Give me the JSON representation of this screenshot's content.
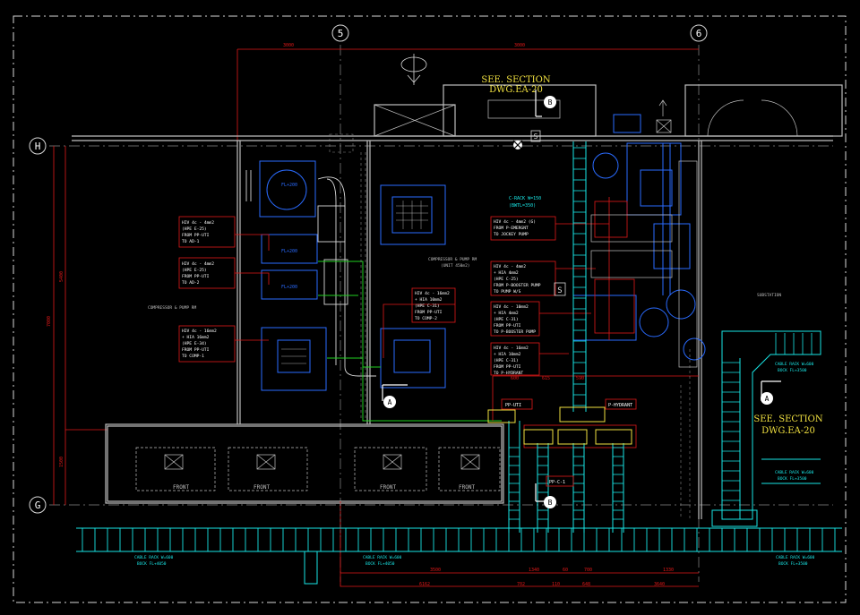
{
  "grid": {
    "col5": "5",
    "col6": "6",
    "rowH": "H",
    "rowG": "G"
  },
  "dims_top": {
    "left": "3000",
    "right": "3000"
  },
  "dims_left": {
    "total": "7000",
    "upper": "5400",
    "lower": "1500"
  },
  "dims_bottom": {
    "row1": [
      "3500",
      "1340",
      "60",
      "700",
      "1330"
    ],
    "row2": [
      "6162",
      "702",
      "110",
      "648",
      "3640"
    ],
    "mid": [
      "600",
      "615",
      "590"
    ]
  },
  "see_section_top": {
    "line1": "SEE. SECTION",
    "line2": "DWG.EA-20",
    "marker": "B"
  },
  "see_section_right": {
    "line1": "SEE. SECTION",
    "line2": "DWG.EA-20",
    "marker": "A"
  },
  "markers": {
    "a_left": "A",
    "b_bottom": "B",
    "s1": "S",
    "s2": "S"
  },
  "rooms": {
    "compressor_left": "COMPRESSOR & PUMP RM",
    "compressor_mid": "COMPRESSOR & PUMP RM",
    "compressor_mid_sub": "(UNIT 450m2)",
    "substation": "SUBSTATION"
  },
  "cable_notes": [
    {
      "l1": "HIV 4c - 4mm2",
      "l2": "(HPE E-25)",
      "l3": "FROM PP-UTI",
      "l4": "TO AD-1"
    },
    {
      "l1": "HIV 4c - 4mm2",
      "l2": "(HPE E-25)",
      "l3": "FROM PP-UTI",
      "l4": "TO AD-2"
    },
    {
      "l1": "HIV 4c - 16mm2",
      "l2": "+ HIA 16mm2",
      "l3": "(HPE E-34)",
      "l4": "FROM PP-UTI",
      "l5": "TO COMP-1"
    },
    {
      "l1": "HIV 4c - 16mm2",
      "l2": "+ HIA 10mm2",
      "l3": "(HPE C-31)",
      "l4": "FROM PP-UTI",
      "l5": "TO COMP-2"
    },
    {
      "l1": "HIV 4c - 4mm2 (G)",
      "l2": "FROM P-EMERGNT",
      "l3": "TO JOCKEY PUMP"
    },
    {
      "l1": "HIV 4c - 4mm2",
      "l2": "+ HIA 4mm2",
      "l3": "(HPE C-25)",
      "l4": "FROM P-BOOSTER PUMP",
      "l5": "TO PUMP W/S"
    },
    {
      "l1": "HIV 4c - 10mm2",
      "l2": "+ HIA 4mm2",
      "l3": "(HPE C-31)",
      "l4": "FROM PP-UTI",
      "l5": "TO P-BOOSTER PUMP"
    },
    {
      "l1": "HIV 4c - 16mm2",
      "l2": "+ HIA 10mm2",
      "l3": "(HPE C-31)",
      "l4": "FROM PP-UTI",
      "l5": "TO P-HYDRANT"
    }
  ],
  "equipment": {
    "fl_top": "FL+200",
    "fl_mid1": "FL+200",
    "fl_mid2": "FL+200",
    "pump_tag": "C-RACK W=150",
    "pump_tag2": "(BWTL=350)",
    "panel1": "PP-UTI",
    "panel2": "P-HYDRANT",
    "panel3": "PP-C-1",
    "front": "FRONT"
  },
  "cable_racks": {
    "left_l1": "CABLE RACK W=600",
    "left_l2": "BOCK FL+4050",
    "right_l1": "CABLE RACK W=600",
    "right_l2": "BOCK FL+4050",
    "sub_l1": "CABLE RACK W=600",
    "sub_l2": "BOCK FL+3500",
    "sub2_l1": "CABLE RACK W=600",
    "sub2_l2": "BOCK FL+3500"
  },
  "colors": {
    "frame": "#d8d8d8",
    "wall": "#bfbfbf",
    "red": "#e01818",
    "cyan": "#19e6e6",
    "blue": "#2a6bff",
    "yellow": "#f0e040",
    "green": "#20d020",
    "white": "#ffffff"
  }
}
